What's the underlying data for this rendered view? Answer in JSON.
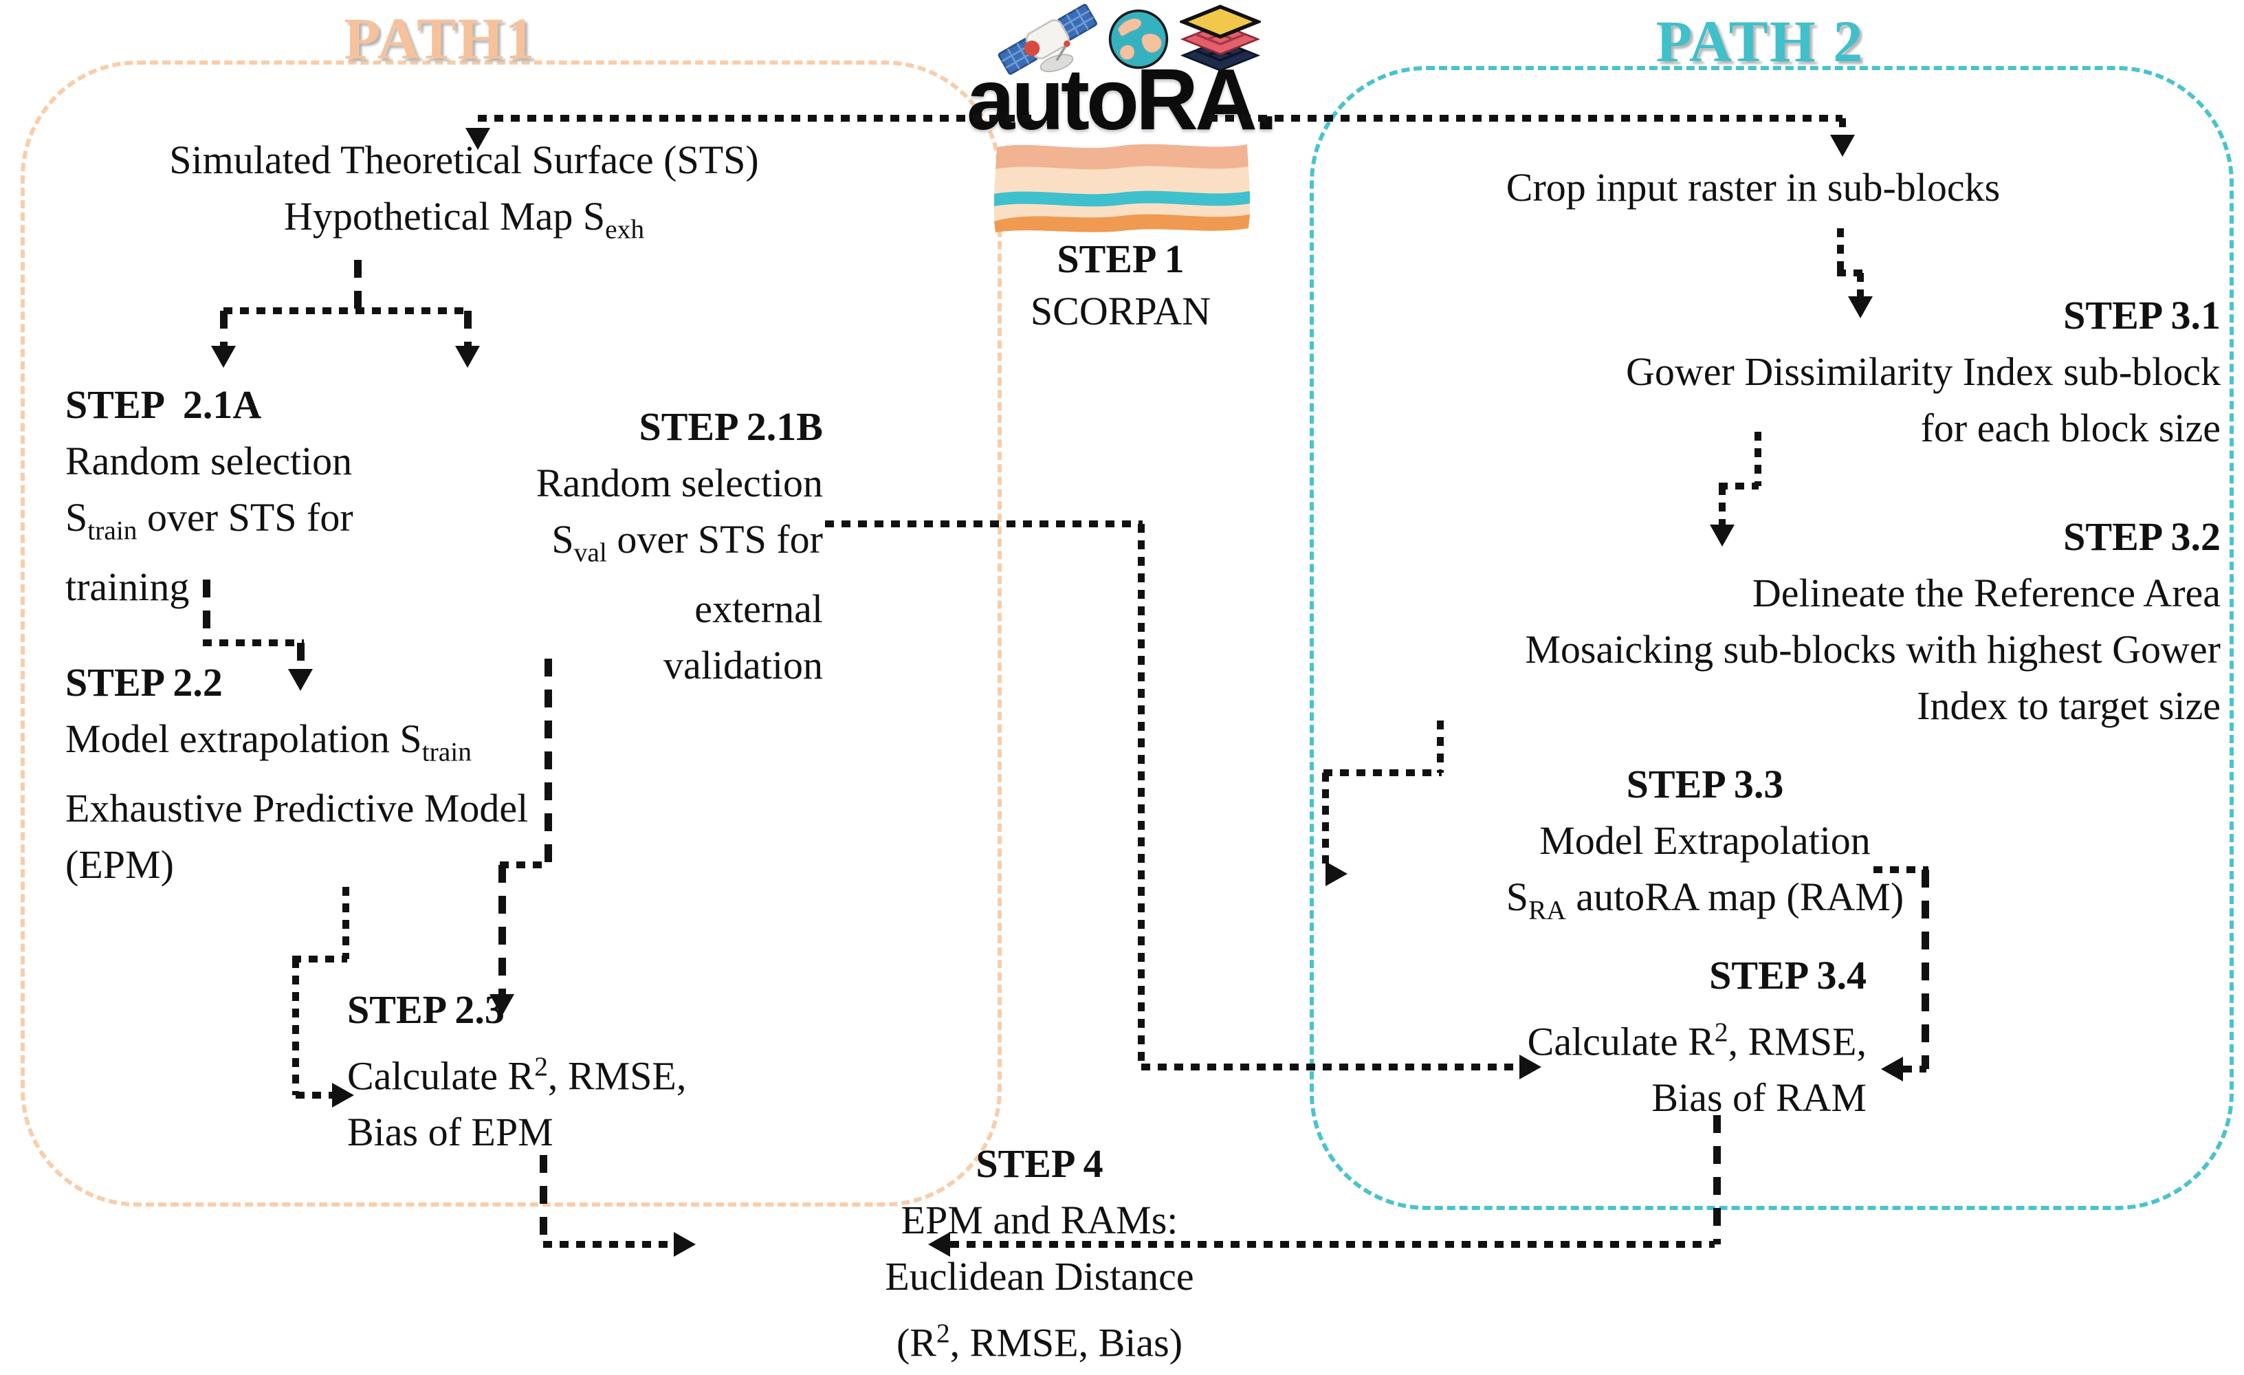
{
  "colors": {
    "path1_accent": "#f6c29c",
    "path1_border": "#f9cda9",
    "path2_accent": "#3fc0cb",
    "path2_border": "#49c3ce",
    "line": "#111111"
  },
  "center": {
    "logo_word": "autoRA.",
    "icons": [
      "satellite-icon",
      "globe-icon",
      "layers-icon"
    ],
    "step1": {
      "title": "STEP 1",
      "lines": [
        [
          {
            "t": "SCORPAN"
          }
        ]
      ]
    },
    "step4": {
      "title": "STEP 4",
      "lines": [
        [
          {
            "t": "EPM and RAMs:"
          }
        ],
        [
          {
            "t": "Euclidean Distance"
          }
        ],
        [
          {
            "t": "(R"
          },
          {
            "t": "2",
            "s": "sup"
          },
          {
            "t": ", RMSE, Bias)"
          }
        ]
      ]
    }
  },
  "path1": {
    "label": "PATH1",
    "sts": {
      "lines": [
        [
          {
            "t": "Simulated Theoretical Surface (STS)"
          }
        ],
        [
          {
            "t": "Hypothetical Map S"
          },
          {
            "t": "exh",
            "s": "sub"
          }
        ]
      ]
    },
    "step21a": {
      "title": "STEP  2.1A",
      "lines": [
        [
          {
            "t": "Random selection"
          }
        ],
        [
          {
            "t": "S"
          },
          {
            "t": "train",
            "s": "sub"
          },
          {
            "t": " over STS for"
          }
        ],
        [
          {
            "t": "training"
          }
        ]
      ]
    },
    "step21b": {
      "title": "STEP 2.1B",
      "lines": [
        [
          {
            "t": "Random selection"
          }
        ],
        [
          {
            "t": "S"
          },
          {
            "t": "val",
            "s": "sub"
          },
          {
            "t": " over STS for"
          }
        ],
        [
          {
            "t": "external"
          }
        ],
        [
          {
            "t": "validation"
          }
        ]
      ]
    },
    "step22": {
      "title": "STEP 2.2",
      "lines": [
        [
          {
            "t": "Model extrapolation S"
          },
          {
            "t": "train",
            "s": "sub"
          }
        ],
        [
          {
            "t": "Exhaustive Predictive Model"
          }
        ],
        [
          {
            "t": "(EPM)"
          }
        ]
      ]
    },
    "step23": {
      "title": "STEP 2.3",
      "lines": [
        [
          {
            "t": "Calculate R"
          },
          {
            "t": "2",
            "s": "sup"
          },
          {
            "t": ", RMSE,"
          }
        ],
        [
          {
            "t": "Bias of EPM"
          }
        ]
      ]
    }
  },
  "path2": {
    "label": "PATH 2",
    "crop": {
      "lines": [
        [
          {
            "t": "Crop input raster in sub-blocks"
          }
        ]
      ]
    },
    "step31": {
      "title": "STEP 3.1",
      "lines": [
        [
          {
            "t": "Gower Dissimilarity Index sub-block"
          }
        ],
        [
          {
            "t": "for each block size"
          }
        ]
      ]
    },
    "step32": {
      "title": "STEP 3.2",
      "lines": [
        [
          {
            "t": "Delineate the Reference Area"
          }
        ],
        [
          {
            "t": "Mosaicking sub-blocks with highest Gower"
          }
        ],
        [
          {
            "t": "Index to target size"
          }
        ]
      ]
    },
    "step33": {
      "title": "STEP 3.3",
      "lines": [
        [
          {
            "t": "Model Extrapolation"
          }
        ],
        [
          {
            "t": "S"
          },
          {
            "t": "RA",
            "s": "sub"
          },
          {
            "t": " autoRA map (RAM)"
          }
        ]
      ]
    },
    "step34": {
      "title": "STEP 3.4",
      "lines": [
        [
          {
            "t": "Calculate R"
          },
          {
            "t": "2",
            "s": "sup"
          },
          {
            "t": ", RMSE,"
          }
        ],
        [
          {
            "t": "Bias of RAM"
          }
        ]
      ]
    }
  }
}
